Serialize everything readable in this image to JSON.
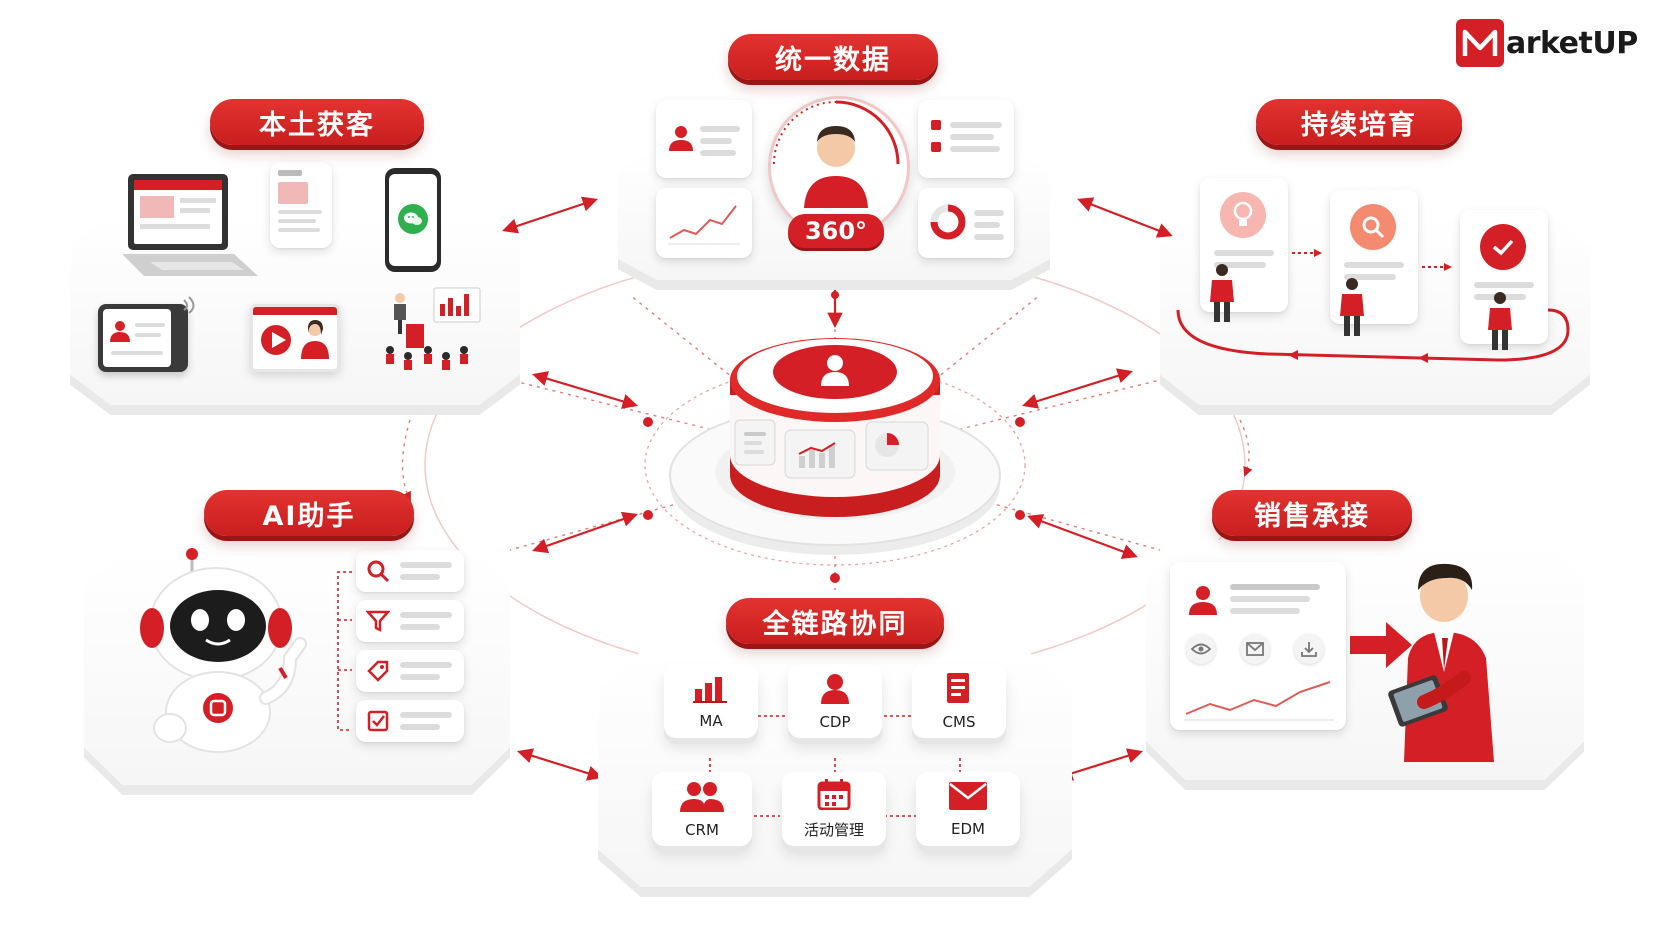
{
  "brand": {
    "logo_text": "arketUP",
    "accent": "#d41f26",
    "accent_dark": "#9c1515"
  },
  "center": {
    "hub_icon": "user-icon",
    "screen_icons": [
      "document-icon",
      "bar-chart-icon",
      "pie-chart-icon"
    ]
  },
  "sections": {
    "local_acquisition": {
      "title": "本土获客",
      "icons": [
        "laptop-icon",
        "document-icon",
        "smartphone-icon",
        "wechat-icon",
        "card-reader-icon",
        "video-icon",
        "presentation-icon"
      ]
    },
    "unified_data": {
      "title": "统一数据",
      "badge": "360°",
      "icons": [
        "user-profile-icon",
        "line-chart-icon",
        "list-icon",
        "donut-chart-icon"
      ]
    },
    "nurturing": {
      "title": "持续培育",
      "icons": [
        "lightbulb-icon",
        "search-icon",
        "check-icon"
      ]
    },
    "ai_assistant": {
      "title": "AI助手",
      "icons": [
        "robot-icon",
        "search-icon",
        "filter-icon",
        "tag-icon",
        "checkbox-icon"
      ]
    },
    "sales_handoff": {
      "title": "销售承接",
      "icons": [
        "user-profile-icon",
        "eye-icon",
        "mail-icon",
        "download-icon",
        "arrow-right-icon",
        "salesperson-icon"
      ]
    },
    "full_chain": {
      "title": "全链路协同",
      "modules": [
        {
          "label": "MA",
          "icon": "bar-chart-icon"
        },
        {
          "label": "CDP",
          "icon": "user-icon"
        },
        {
          "label": "CMS",
          "icon": "document-icon"
        },
        {
          "label": "CRM",
          "icon": "users-icon"
        },
        {
          "label": "活动管理",
          "icon": "calendar-icon"
        },
        {
          "label": "EDM",
          "icon": "mail-icon"
        }
      ]
    }
  }
}
